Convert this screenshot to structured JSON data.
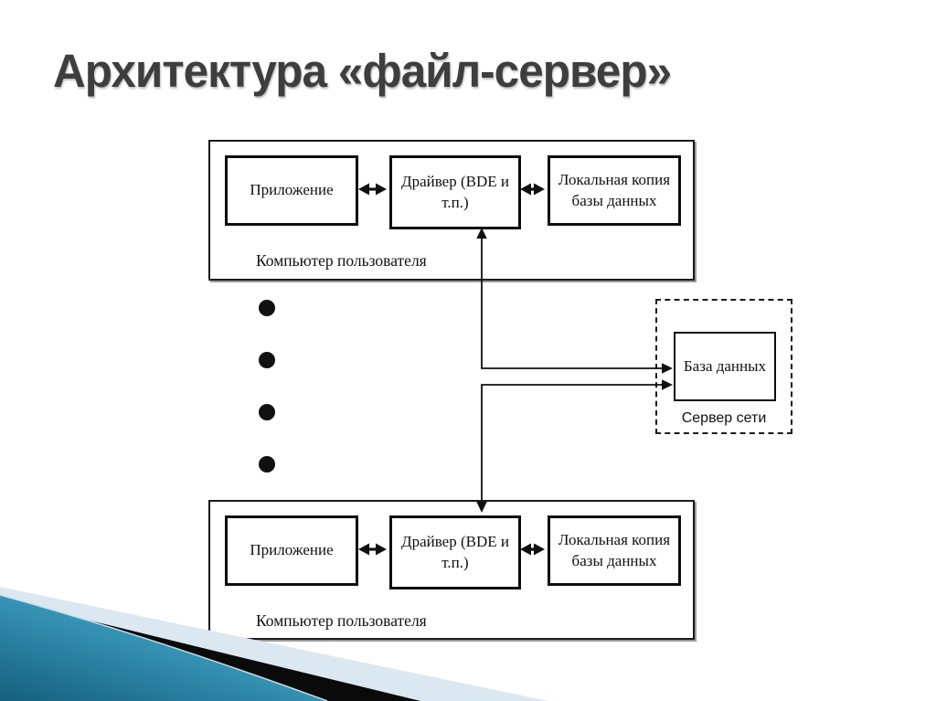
{
  "slide": {
    "title": "Архитектура «файл-сервер»",
    "title_color": "#3e3e3e",
    "background_color": "#ffffff"
  },
  "computers": [
    {
      "label": "Компьютер пользователя",
      "app": "Приложение",
      "driver_lines": [
        "Драйвер (BDE и",
        "т.п.)"
      ],
      "local_copy_lines": [
        "Локальная копия",
        "базы данных"
      ]
    },
    {
      "label": "Компьютер пользователя",
      "app": "Приложение",
      "driver_lines": [
        "Драйвер (BDE и",
        "т.п.)"
      ],
      "local_copy_lines": [
        "Локальная копия",
        "базы данных"
      ]
    }
  ],
  "server": {
    "label": "Сервер сети",
    "database": "База данных"
  },
  "decoration": {
    "teal_dark": "#155f7d",
    "teal_mid": "#3794b6",
    "teal_light": "#5cb6d4",
    "pale_blue": "#dbe8f1",
    "stripe_black": "#0a0a0a",
    "line_color": "#111111"
  }
}
